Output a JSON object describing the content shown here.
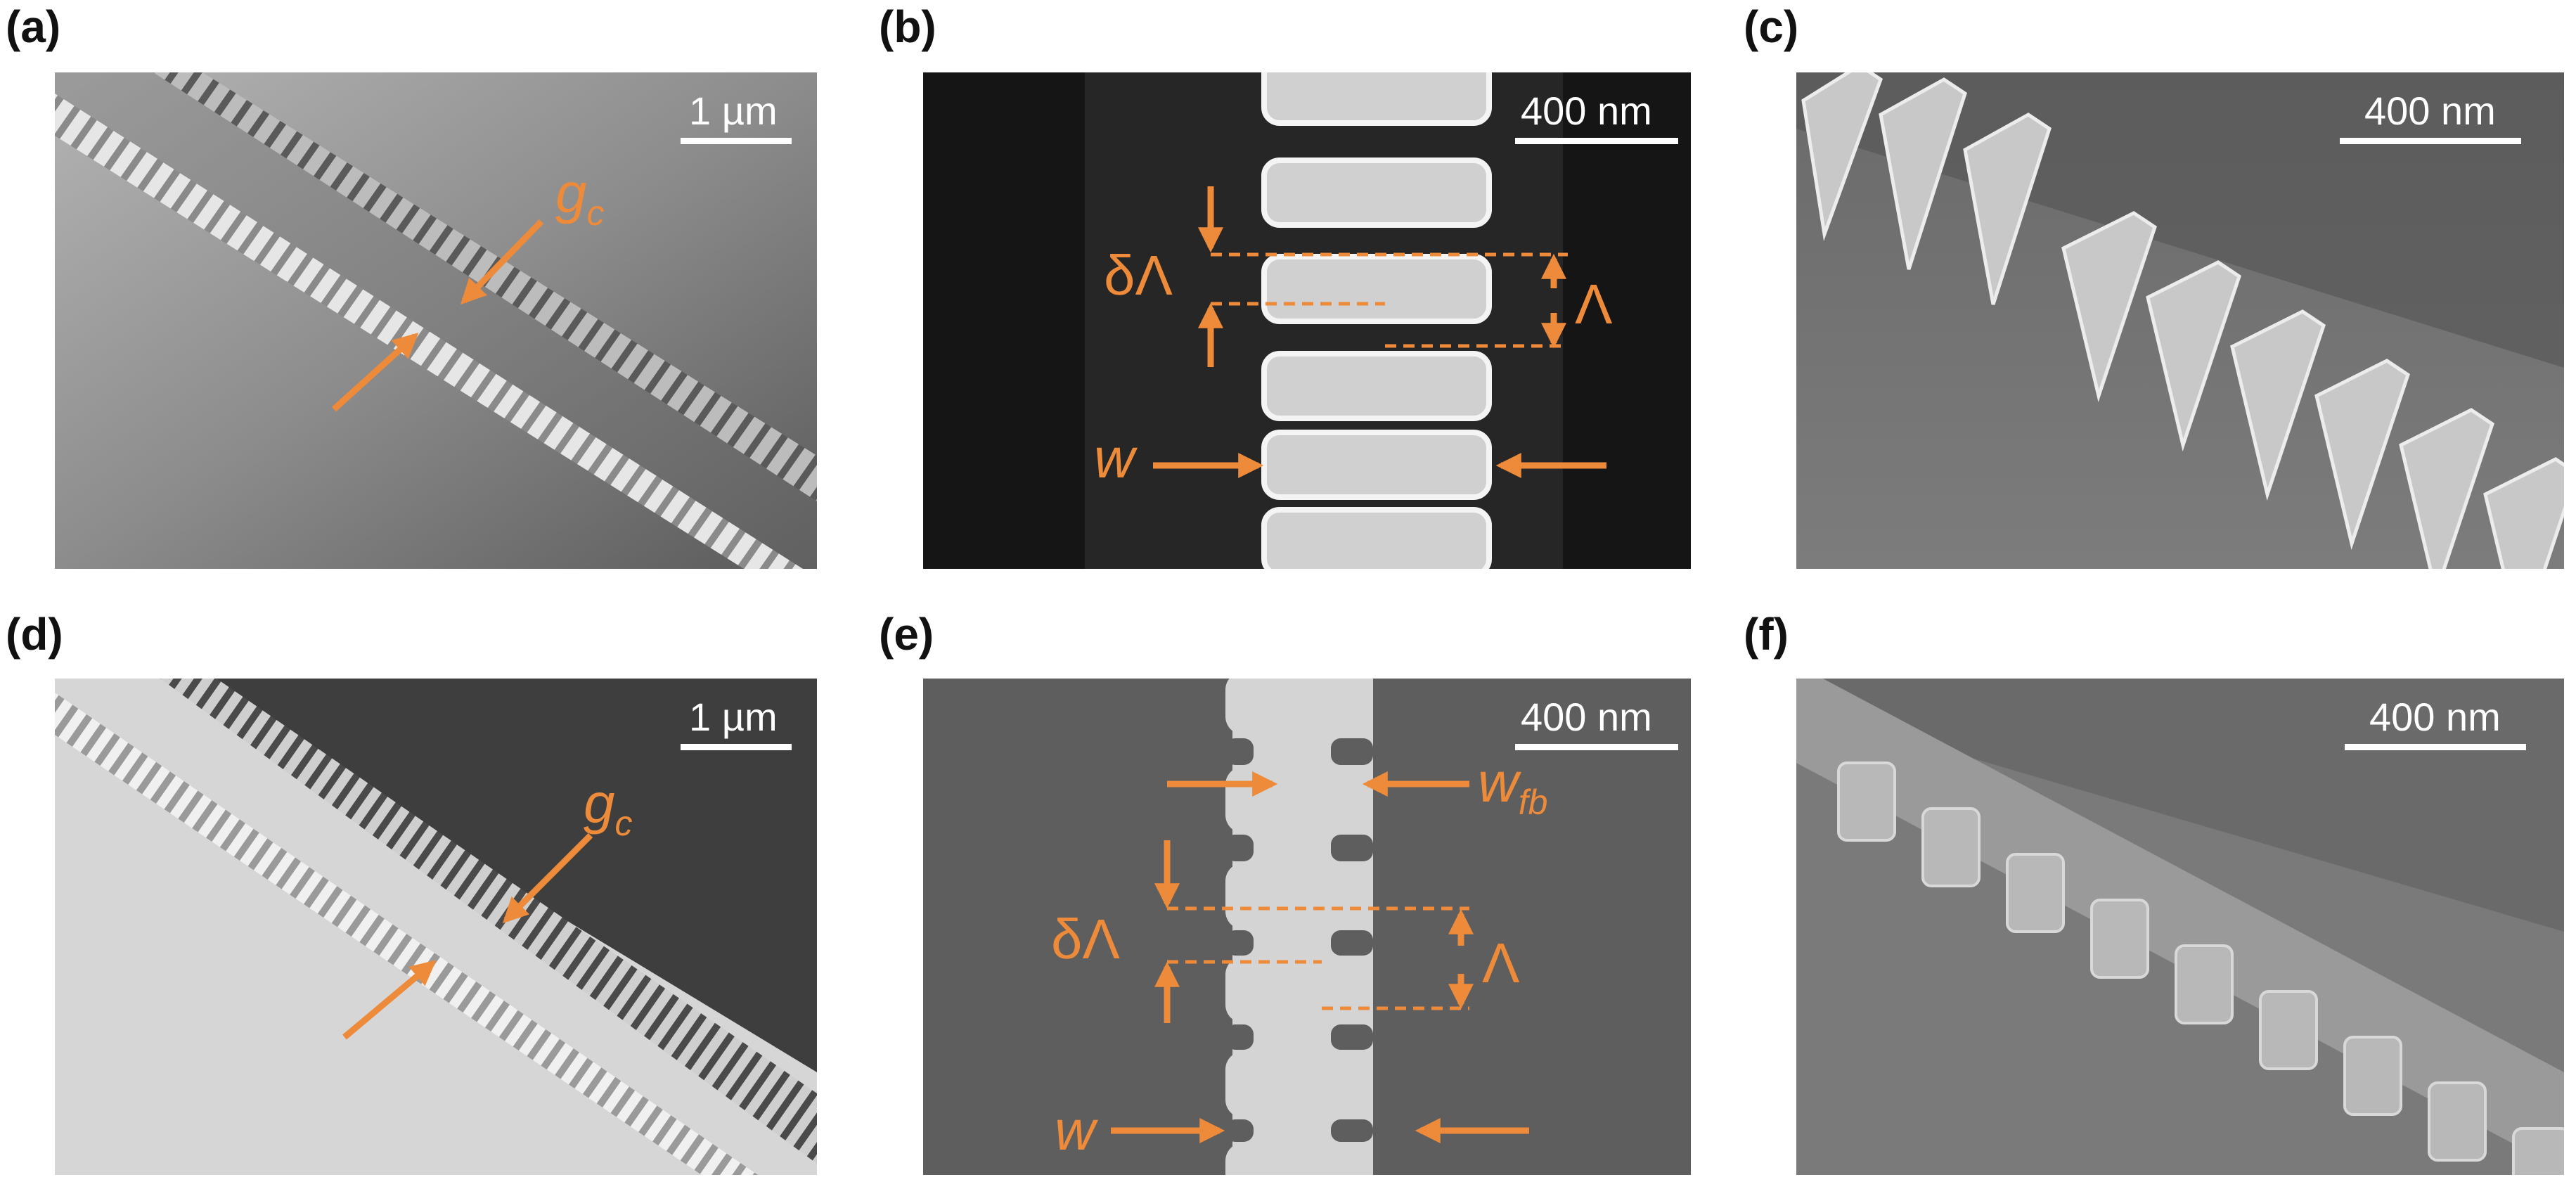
{
  "panels": {
    "a": {
      "label": "(a)",
      "scalebar": "1 µm",
      "gap_label": "g",
      "gap_sub": "c"
    },
    "b": {
      "label": "(b)",
      "scalebar": "400 nm",
      "delta_label": "δΛ",
      "period_label": "Λ",
      "width_label": "w"
    },
    "c": {
      "label": "(c)",
      "scalebar": "400 nm"
    },
    "d": {
      "label": "(d)",
      "scalebar": "1 µm",
      "gap_label": "g",
      "gap_sub": "c"
    },
    "e": {
      "label": "(e)",
      "scalebar": "400 nm",
      "wfb_label": "w",
      "wfb_sub": "fb",
      "delta_label": "δΛ",
      "period_label": "Λ",
      "width_label": "w"
    },
    "f": {
      "label": "(f)",
      "scalebar": "400 nm"
    }
  },
  "colors": {
    "annotation": "#ed8b3a",
    "scalebar": "#ffffff",
    "sem_dark": "#1a1a1a"
  }
}
